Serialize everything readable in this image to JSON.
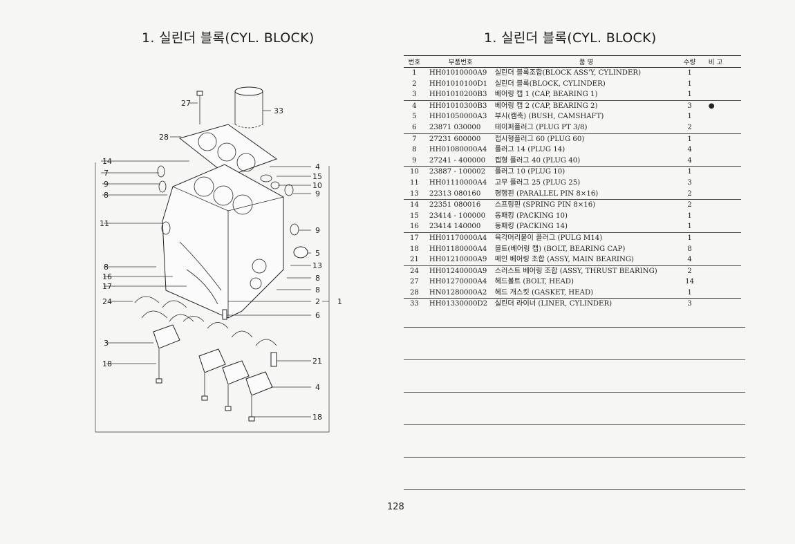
{
  "titles": {
    "left": "1. 실린더 블록(CYL. BLOCK)",
    "right": "1. 실린더 블록(CYL. BLOCK)"
  },
  "table": {
    "headers": {
      "no": "번호",
      "part_no": "부품번호",
      "name": "품 명",
      "qty": "수량",
      "remark": "비 고"
    },
    "rows": [
      {
        "no": "1",
        "part_no": "HH01010000A9",
        "name": "실린더 블록조합(BLOCK ASS'Y, CYLINDER)",
        "qty": "1",
        "remark": ""
      },
      {
        "no": "2",
        "part_no": "HH01010100D1",
        "name": "실린더 블록(BLOCK, CYLINDER)",
        "qty": "1",
        "remark": ""
      },
      {
        "no": "3",
        "part_no": "HH01010200B3",
        "name": "베어링 캡 1 (CAP, BEARING 1)",
        "qty": "1",
        "remark": ""
      },
      {
        "no": "4",
        "part_no": "HH01010300B3",
        "name": "베어링 캡 2 (CAP, BEARING 2)",
        "qty": "3",
        "remark": "●"
      },
      {
        "no": "5",
        "part_no": "HH01050000A3",
        "name": "부시(캠축) (BUSH, CAMSHAFT)",
        "qty": "1",
        "remark": ""
      },
      {
        "no": "6",
        "part_no": "23871 030000",
        "name": "테이퍼플러그 (PLUG PT 3/8)",
        "qty": "2",
        "remark": ""
      },
      {
        "no": "7",
        "part_no": "27231 600000",
        "name": "접시형플러그 60 (PLUG 60)",
        "qty": "1",
        "remark": ""
      },
      {
        "no": "8",
        "part_no": "HH01080000A4",
        "name": "플러그 14 (PLUG 14)",
        "qty": "4",
        "remark": ""
      },
      {
        "no": "9",
        "part_no": "27241 - 400000",
        "name": "캡형 플러그 40 (PLUG 40)",
        "qty": "4",
        "remark": ""
      },
      {
        "no": "10",
        "part_no": "23887 - 100002",
        "name": "플러그 10 (PLUG 10)",
        "qty": "1",
        "remark": ""
      },
      {
        "no": "11",
        "part_no": "HH01110000A4",
        "name": "고무 플러그 25 (PLUG 25)",
        "qty": "3",
        "remark": ""
      },
      {
        "no": "13",
        "part_no": "22313 080160",
        "name": "평행핀 (PARALLEL PIN 8×16)",
        "qty": "2",
        "remark": ""
      },
      {
        "no": "14",
        "part_no": "22351 080016",
        "name": "스프링핀 (SPRING PIN 8×16)",
        "qty": "2",
        "remark": ""
      },
      {
        "no": "15",
        "part_no": "23414 - 100000",
        "name": "동패킹 (PACKING 10)",
        "qty": "1",
        "remark": ""
      },
      {
        "no": "16",
        "part_no": "23414 140000",
        "name": "동패킹 (PACKING 14)",
        "qty": "1",
        "remark": ""
      },
      {
        "no": "17",
        "part_no": "HH01170000A4",
        "name": "육각머리붙이 플러그 (PULG M14)",
        "qty": "1",
        "remark": ""
      },
      {
        "no": "18",
        "part_no": "HH01180000A4",
        "name": "볼트(베어링 캡) (BOLT, BEARING CAP)",
        "qty": "8",
        "remark": ""
      },
      {
        "no": "21",
        "part_no": "HH01210000A9",
        "name": "메인 베어링 조합 (ASSY, MAIN BEARING)",
        "qty": "4",
        "remark": ""
      },
      {
        "no": "24",
        "part_no": "HH01240000A9",
        "name": "스러스트 베어링 조합 (ASSY, THRUST BEARING)",
        "qty": "2",
        "remark": ""
      },
      {
        "no": "27",
        "part_no": "HH01270000A4",
        "name": "헤드볼트 (BOLT, HEAD)",
        "qty": "14",
        "remark": ""
      },
      {
        "no": "28",
        "part_no": "HN01280000A2",
        "name": "헤드 개스킷 (GASKET, HEAD)",
        "qty": "1",
        "remark": ""
      },
      {
        "no": "33",
        "part_no": "HH01330000D2",
        "name": "실린더 라이너 (LINER, CYLINDER)",
        "qty": "3",
        "remark": ""
      }
    ]
  },
  "callouts": {
    "c27": "27",
    "c33": "33",
    "c28": "28",
    "c14": "14",
    "c7": "7",
    "c9a": "9",
    "c8a": "8",
    "c11": "11",
    "c8b": "8",
    "c16": "16",
    "c17": "17",
    "c24": "24",
    "c3": "3",
    "c18a": "18",
    "c4a": "4",
    "c15": "15",
    "c10": "10",
    "c9b": "9",
    "c9c": "9",
    "c5": "5",
    "c13": "13",
    "c8c": "8",
    "c8d": "8",
    "c2": "2",
    "c1": "1",
    "c6": "6",
    "c21": "21",
    "c4b": "4",
    "c18b": "18"
  },
  "page_number": "128"
}
